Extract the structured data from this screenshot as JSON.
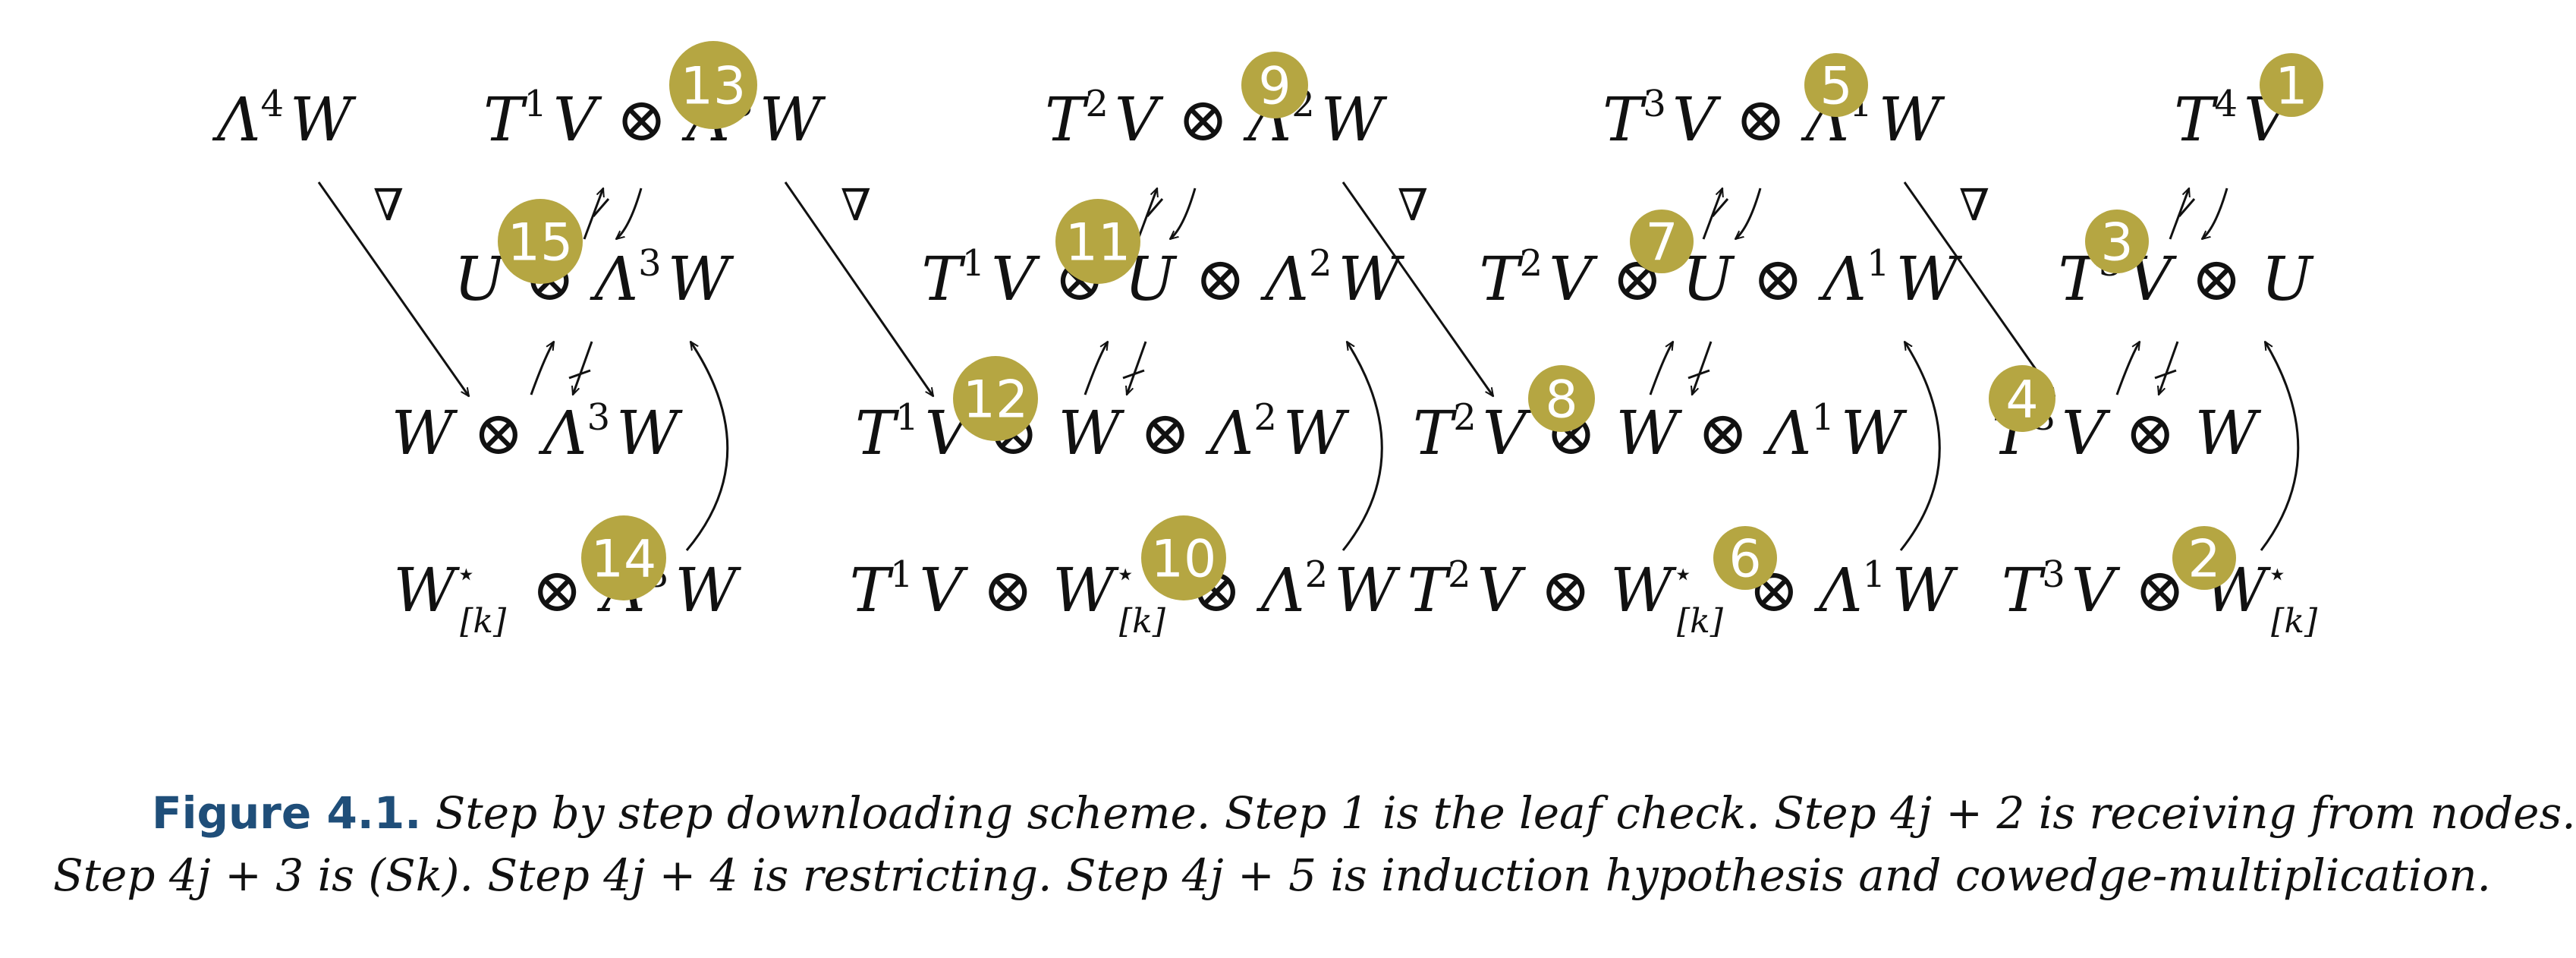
{
  "diagram": {
    "nodes": [
      {
        "id": "L4W",
        "parts": [
          "Λ",
          {
            "sup": "4"
          },
          "W"
        ]
      },
      {
        "id": "T1V_L3W",
        "parts": [
          "T",
          {
            "sup": "1"
          },
          "V ⊗ Λ",
          {
            "sup": "3"
          },
          "W"
        ]
      },
      {
        "id": "U_L3W",
        "parts": [
          "U ⊗ Λ",
          {
            "sup": "3"
          },
          "W"
        ]
      },
      {
        "id": "W_L3W",
        "parts": [
          "W ⊗ Λ",
          {
            "sup": "3"
          },
          "W"
        ]
      },
      {
        "id": "Wk_L3W",
        "parts": [
          "W",
          {
            "supsub": [
              "⋆",
              "[k]"
            ]
          },
          " ⊗ Λ",
          {
            "sup": "3"
          },
          "W"
        ]
      },
      {
        "id": "T2V_L2W",
        "parts": [
          "T",
          {
            "sup": "2"
          },
          "V ⊗ Λ",
          {
            "sup": "2"
          },
          "W"
        ]
      },
      {
        "id": "T1V_U_L2W",
        "parts": [
          "T",
          {
            "sup": "1"
          },
          "V ⊗ U ⊗ Λ",
          {
            "sup": "2"
          },
          "W"
        ]
      },
      {
        "id": "T1V_W_L2W",
        "parts": [
          "T",
          {
            "sup": "1"
          },
          "V ⊗ W ⊗ Λ",
          {
            "sup": "2"
          },
          "W"
        ]
      },
      {
        "id": "T1V_Wk_L2W",
        "parts": [
          "T",
          {
            "sup": "1"
          },
          "V ⊗ W",
          {
            "supsub": [
              "⋆",
              "[k]"
            ]
          },
          " ⊗ Λ",
          {
            "sup": "2"
          },
          "W"
        ]
      },
      {
        "id": "T3V_L1W",
        "parts": [
          "T",
          {
            "sup": "3"
          },
          "V ⊗ Λ",
          {
            "sup": "1"
          },
          "W"
        ]
      },
      {
        "id": "T2V_U_L1W",
        "parts": [
          "T",
          {
            "sup": "2"
          },
          "V ⊗ U ⊗ Λ",
          {
            "sup": "1"
          },
          "W"
        ]
      },
      {
        "id": "T2V_W_L1W",
        "parts": [
          "T",
          {
            "sup": "2"
          },
          "V ⊗ W ⊗ Λ",
          {
            "sup": "1"
          },
          "W"
        ]
      },
      {
        "id": "T2V_Wk_L1W",
        "parts": [
          "T",
          {
            "sup": "2"
          },
          "V ⊗ W",
          {
            "supsub": [
              "⋆",
              "[k]"
            ]
          },
          " ⊗ Λ",
          {
            "sup": "1"
          },
          "W"
        ]
      },
      {
        "id": "T4V",
        "parts": [
          "T",
          {
            "sup": "4"
          },
          "V"
        ]
      },
      {
        "id": "T3V_U",
        "parts": [
          "T",
          {
            "sup": "3"
          },
          "V ⊗ U"
        ]
      },
      {
        "id": "T3V_W",
        "parts": [
          "T",
          {
            "sup": "3"
          },
          "V ⊗ W"
        ]
      },
      {
        "id": "T3V_Wk",
        "parts": [
          "T",
          {
            "sup": "3"
          },
          "V ⊗ W",
          {
            "supsub": [
              "⋆",
              "[k]"
            ]
          }
        ]
      }
    ],
    "nabla_symbol": "∇",
    "step_badges": [
      "13",
      "15",
      "14",
      "12",
      "11",
      "10",
      "9",
      "8",
      "7",
      "6",
      "5",
      "4",
      "3",
      "2",
      "1"
    ],
    "badge_color": "#b5a642"
  },
  "caption": {
    "label": "Figure 4.1.",
    "line1": "Step by step downloading scheme. Step 1 is the leaf check. Step 4j + 2 is receiving from nodes.",
    "line2": "Step 4j + 3 is (Sk). Step 4j + 4 is restricting. Step 4j + 5 is induction hypothesis and cowedge-multiplication.",
    "label_color": "#1f4e79"
  }
}
